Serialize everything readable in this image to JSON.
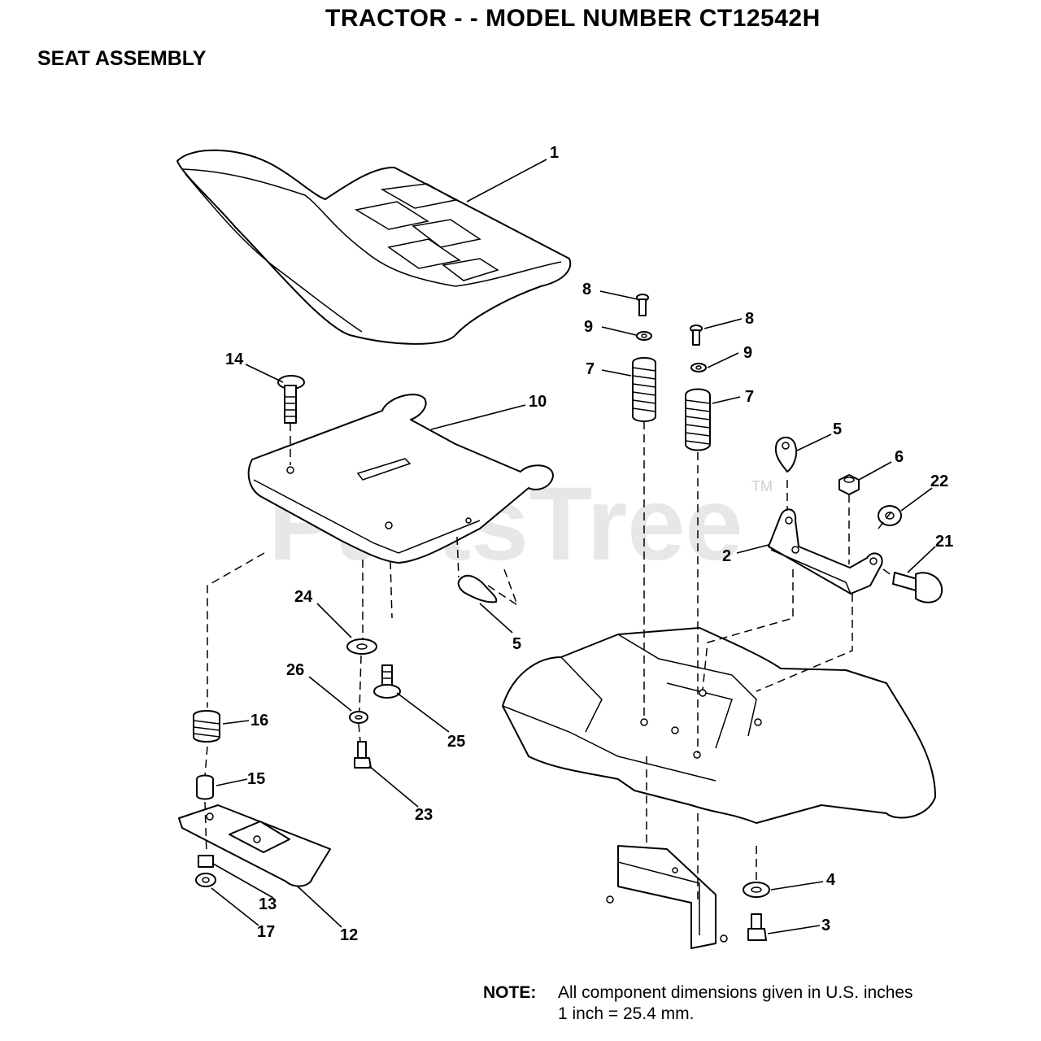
{
  "header": {
    "title": "TRACTOR - - MODEL NUMBER CT12542H",
    "section": "SEAT ASSEMBLY"
  },
  "watermark": {
    "text": "PartsTree",
    "tm": "TM"
  },
  "callouts": [
    "1",
    "14",
    "10",
    "8",
    "9",
    "7",
    "8",
    "9",
    "7",
    "5",
    "6",
    "22",
    "2",
    "21",
    "24",
    "5",
    "26",
    "25",
    "16",
    "15",
    "23",
    "4",
    "3",
    "13",
    "17",
    "12"
  ],
  "note": {
    "label": "NOTE:",
    "line1": "All component dimensions given in U.S. inches",
    "line2": "1 inch = 25.4 mm."
  }
}
